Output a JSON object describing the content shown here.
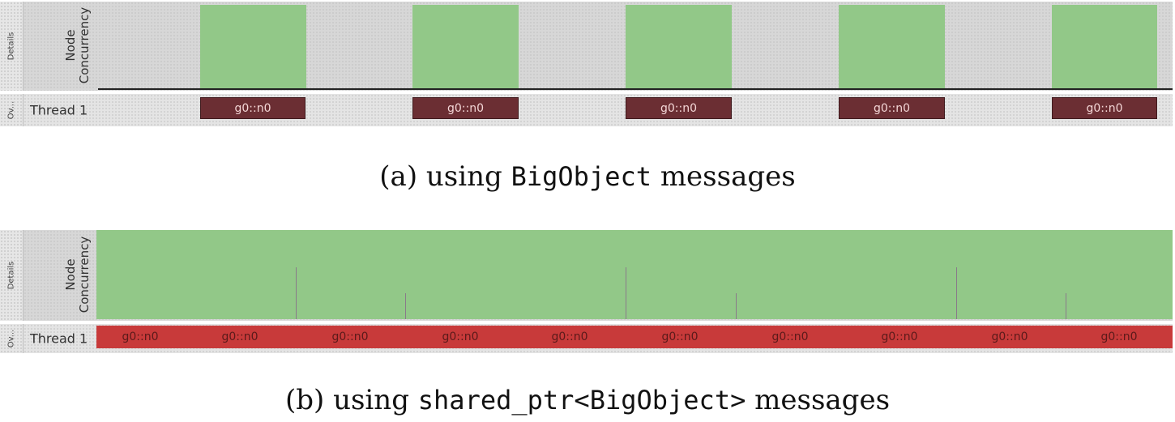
{
  "panels": [
    {
      "id": "a",
      "side_tabs": {
        "details": "Details",
        "overview": "Ov..."
      },
      "concurrency_label": [
        "Node",
        "Concurrency"
      ],
      "thread_label": "Thread 1",
      "task_labels": [
        "g0::n0",
        "g0::n0",
        "g0::n0",
        "g0::n0",
        "g0::n0"
      ],
      "caption": {
        "prefix": "(a) using",
        "code": "BigObject",
        "suffix": "messages"
      }
    },
    {
      "id": "b",
      "side_tabs": {
        "details": "Details",
        "overview": "Ov..."
      },
      "concurrency_label": [
        "Node",
        "Concurrency"
      ],
      "thread_label": "Thread 1",
      "task_labels": [
        "g0::n0",
        "g0::n0",
        "g0::n0",
        "g0::n0",
        "g0::n0",
        "g0::n0",
        "g0::n0",
        "g0::n0",
        "g0::n0",
        "g0::n0"
      ],
      "caption": {
        "prefix": "(b) using",
        "code": "shared_ptr<BigObject>",
        "suffix": "messages"
      }
    }
  ],
  "colors": {
    "concurrency_green": "#92c888",
    "task_a_dark_red": "#6b2e33",
    "task_b_red": "#c83a3a",
    "details_bg": "#d7d7d7"
  }
}
